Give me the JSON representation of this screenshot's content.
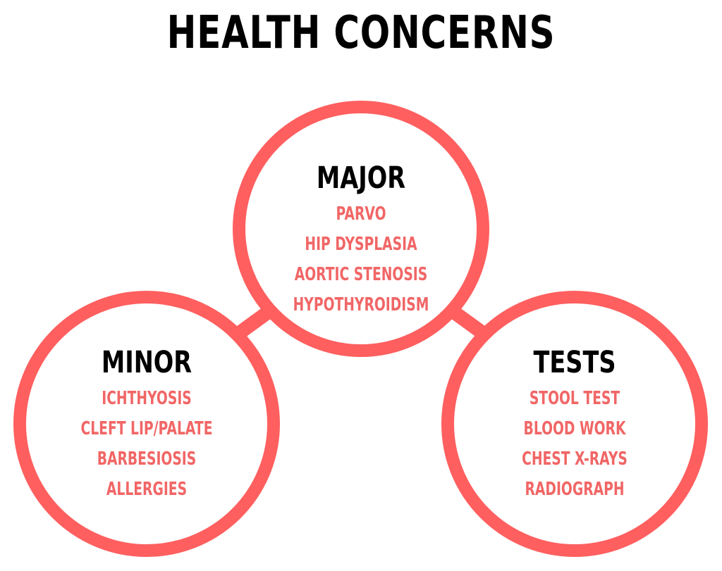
{
  "title": "HEALTH CONCERNS",
  "colors": {
    "ring": "#ff5f5f",
    "item_text": "#f16666",
    "heading_text": "#000000"
  },
  "groups": [
    {
      "heading": "MAJOR",
      "items": [
        "PARVO",
        "HIP DYSPLASIA",
        "AORTIC STENOSIS",
        "HYPOTHYROIDISM"
      ]
    },
    {
      "heading": "MINOR",
      "items": [
        "ICHTHYOSIS",
        "CLEFT LIP/PALATE",
        "BARBESIOSIS",
        "ALLERGIES"
      ]
    },
    {
      "heading": "TESTS",
      "items": [
        "STOOL TEST",
        "BLOOD WORK",
        "CHEST X-RAYS",
        "RADIOGRAPH"
      ]
    }
  ]
}
